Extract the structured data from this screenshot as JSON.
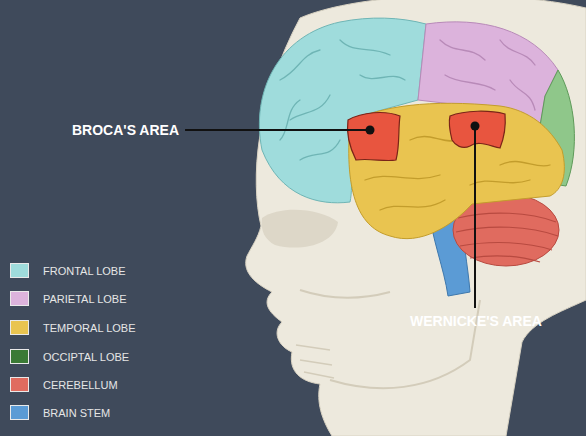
{
  "diagram": {
    "labels": [
      "BROCA'S AREA",
      "WERNICKE'S AREA"
    ],
    "legend": [
      {
        "text": "FRONTAL LOBE",
        "color": "#9fdcdc"
      },
      {
        "text": "PARIETAL LOBE",
        "color": "#dcb3dc"
      },
      {
        "text": "TEMPORAL LOBE",
        "color": "#e9c450"
      },
      {
        "text": "OCCIPTAL LOBE",
        "color": "#3a7a35"
      },
      {
        "text": "CEREBELLUM",
        "color": "#e06b5f"
      },
      {
        "text": "BRAIN STEM",
        "color": "#5b9bd5"
      }
    ]
  }
}
